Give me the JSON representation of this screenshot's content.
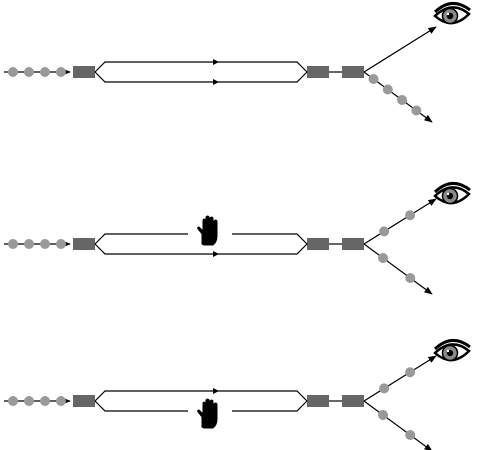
{
  "colors": {
    "background": "#ffffff",
    "line": "#000000",
    "particle": "#999999",
    "splitter": "#666666",
    "eye_iris": "#8a8a8a"
  },
  "icons": {
    "detector": "eye-icon",
    "blocker": "hand-icon"
  },
  "rows": [
    {
      "name": "interferometer-both-paths-open",
      "upper_path_blocked": false,
      "lower_path_blocked": false,
      "particles_in": 4,
      "upper_output": "detector",
      "lower_output_particles": 4
    },
    {
      "name": "interferometer-upper-path-blocked",
      "upper_path_blocked": true,
      "lower_path_blocked": false,
      "particles_in": 4,
      "upper_output_particles": 2,
      "upper_output": "detector",
      "lower_output_particles": 2
    },
    {
      "name": "interferometer-lower-path-blocked",
      "upper_path_blocked": false,
      "lower_path_blocked": true,
      "particles_in": 4,
      "upper_output_particles": 2,
      "upper_output": "detector",
      "lower_output_particles": 2
    }
  ]
}
